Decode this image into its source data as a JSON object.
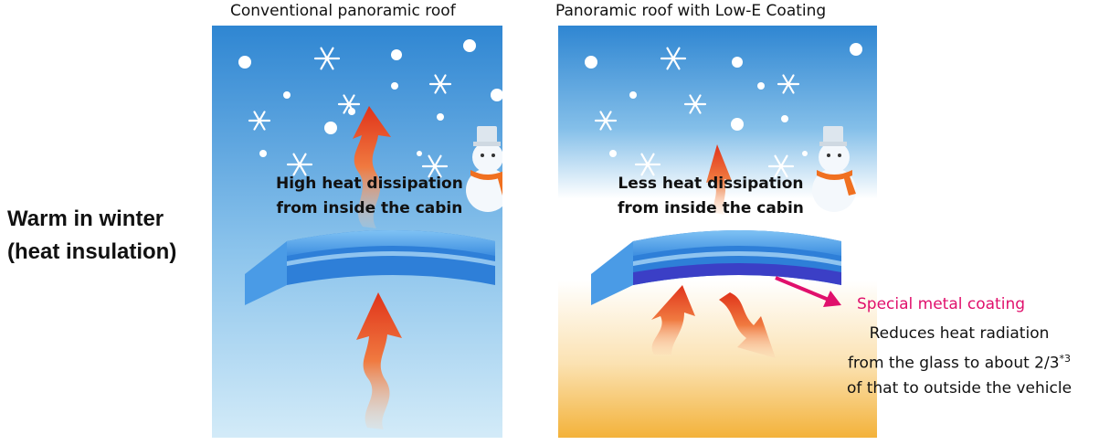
{
  "side_label": {
    "line1": "Warm in winter",
    "line2": "(heat insulation)"
  },
  "left_panel": {
    "title": "Conventional panoramic roof",
    "caption_line1": "High heat dissipation",
    "caption_line2": "from inside the cabin"
  },
  "right_panel": {
    "title": "Panoramic roof with Low-E Coating",
    "caption_line1": "Less heat dissipation",
    "caption_line2": "from inside the cabin"
  },
  "annotation": {
    "coating_label": "Special metal coating",
    "line1": "Reduces heat radiation",
    "line2_main": "from the glass to about 2/3",
    "line2_sup": "*3",
    "line3": "of that to outside the vehicle"
  },
  "colors": {
    "sky_top": "#2f86d2",
    "sky_bottom": "#cfe8f7",
    "warm_bottom": "#f3b23a",
    "arrow": "#e03a1c",
    "coating_label": "#e0106c",
    "glass": "#3f8fe0"
  },
  "icons": [
    "snowflake-icon",
    "snowman-icon",
    "heat-arrow-icon",
    "glass-panel-icon"
  ]
}
